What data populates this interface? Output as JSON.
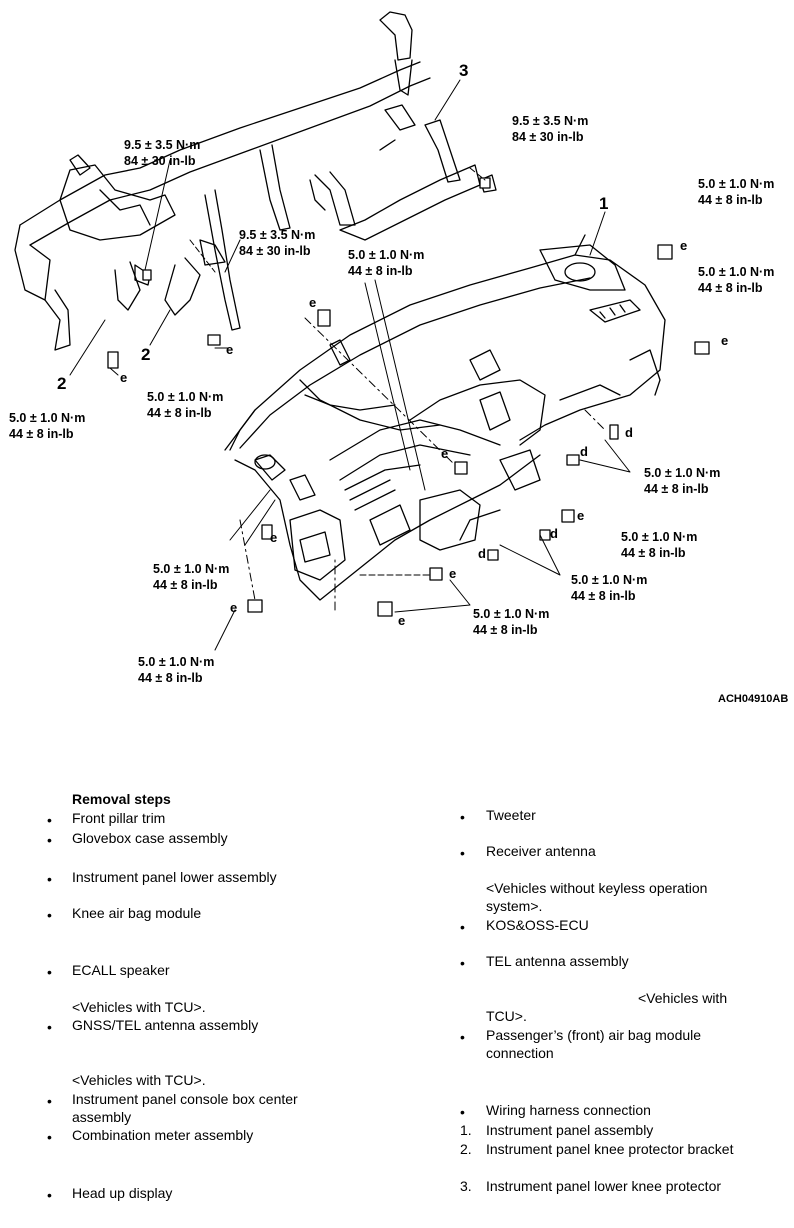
{
  "figure": {
    "code": "ACH04910AB",
    "callouts": [
      "1",
      "2",
      "2",
      "3"
    ],
    "letters": [
      "e",
      "d"
    ],
    "torque": {
      "t95": [
        "9.5 ± 3.5 N·m",
        "84 ± 30 in-lb"
      ],
      "t50": [
        "5.0 ± 1.0 N·m",
        "44 ± 8 in-lb"
      ]
    }
  },
  "removal": {
    "title": "Removal steps",
    "left": [
      "Front pillar trim",
      "Glovebox case assembly",
      "Instrument panel lower assembly",
      "Knee air bag module",
      "ECALL speaker",
      "<Vehicles with TCU>.",
      "GNSS/TEL antenna assembly",
      "<Vehicles with TCU>.",
      "Instrument panel console box center assembly",
      "Combination meter assembly",
      "Head up display"
    ],
    "right": [
      "Tweeter",
      "Receiver antenna",
      "<Vehicles without keyless operation system>.",
      "KOS&OSS-ECU",
      "TEL antenna assembly",
      "<Vehicles with TCU>.",
      "Passenger’s (front) air bag module connection",
      "Wiring harness connection",
      "Instrument panel assembly",
      "Instrument panel knee protector bracket",
      "Instrument panel lower knee protector"
    ],
    "numbers": [
      "1.",
      "2.",
      "3."
    ],
    "bullet": "•"
  }
}
